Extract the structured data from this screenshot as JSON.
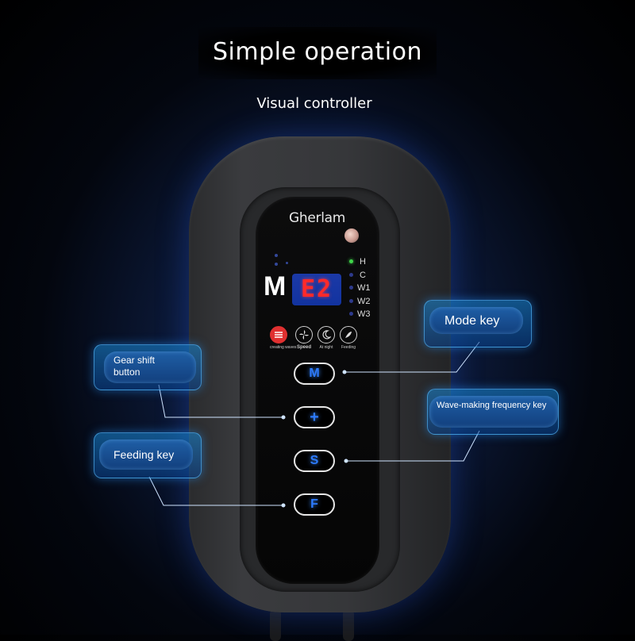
{
  "header": {
    "title": "Simple operation",
    "subtitle": "Visual controller"
  },
  "device": {
    "brand": "Gherlam",
    "mode_letter": "M",
    "display_value": "E2",
    "mode_indicators": [
      "H",
      "C",
      "W1",
      "W2",
      "W3"
    ],
    "functions": [
      {
        "label": "creating waves",
        "icon": "waves-icon"
      },
      {
        "label": "Speed",
        "icon": "fan-icon"
      },
      {
        "label": "At night",
        "icon": "moon-icon"
      },
      {
        "label": "Feeding",
        "icon": "feeding-icon"
      }
    ],
    "buttons": {
      "mode": "M",
      "plus": "+",
      "speed": "S",
      "feed": "F"
    }
  },
  "callouts": {
    "mode_key": "Mode key",
    "gear_shift": "Gear shift button",
    "wave_making": "Wave-making frequency key",
    "feeding_key": "Feeding key"
  },
  "colors": {
    "accent_blue": "#2d7bff",
    "display_bg": "#1233a0",
    "display_digits": "#ff2a2a",
    "callout_blue": "#1f5fa6"
  }
}
